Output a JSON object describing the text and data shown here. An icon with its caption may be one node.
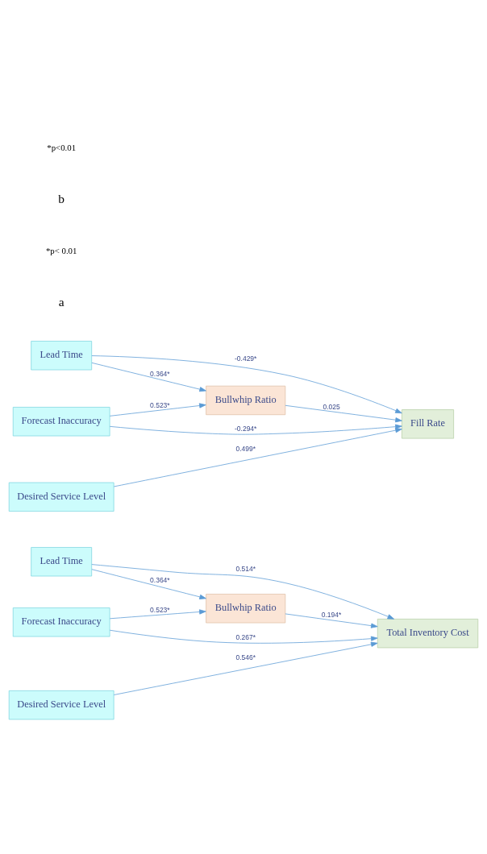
{
  "diagram": {
    "nodes": [
      {
        "text": [
          "Lead Time"
        ]
      },
      {
        "text": [
          "Bullwhip Ratio"
        ]
      },
      {
        "text": [
          "Total Inventory Cost"
        ]
      },
      {
        "text": [
          "Forecast Inaccuracy"
        ]
      },
      {
        "text": [
          "Desired Service Level"
        ]
      },
      {
        "text": [
          "Lead Time"
        ]
      },
      {
        "text": [
          "Bullwhip Ratio"
        ]
      },
      {
        "text": [
          "Fill Rate"
        ]
      },
      {
        "text": [
          "Forecast Inaccuracy"
        ]
      },
      {
        "text": [
          "Desired Service Level"
        ]
      }
    ],
    "edges": [
      {
        "from": 0,
        "to": 1,
        "arrow": "to",
        "label": "0.364*"
      },
      {
        "from": 0,
        "to": 2,
        "arrow": "to",
        "label": "0.514*"
      },
      {
        "from": 1,
        "to": 2,
        "arrow": "to",
        "label": "0.194*"
      },
      {
        "from": 3,
        "to": 1,
        "arrow": "to",
        "label": "0.523*"
      },
      {
        "from": 3,
        "to": 2,
        "arrow": "to",
        "label": "0.267*"
      },
      {
        "from": 4,
        "to": 2,
        "arrow": "to",
        "label": "0.546*"
      },
      {
        "from": 5,
        "to": 6,
        "arrow": "to",
        "label": "0.364*"
      },
      {
        "from": 5,
        "to": 7,
        "arrow": "to",
        "label": "-0.429*"
      },
      {
        "from": 6,
        "to": 7,
        "arrow": "to",
        "label": "0.025"
      },
      {
        "from": 8,
        "to": 6,
        "arrow": "to",
        "label": "0.523*"
      },
      {
        "from": 8,
        "to": 7,
        "arrow": "to",
        "label": "-0.294*"
      },
      {
        "from": 9,
        "to": 7,
        "arrow": "to",
        "label": "0.499*"
      }
    ],
    "labels": [
      "a",
      "*p< 0.01",
      "b",
      "*p<0.01"
    ]
  }
}
